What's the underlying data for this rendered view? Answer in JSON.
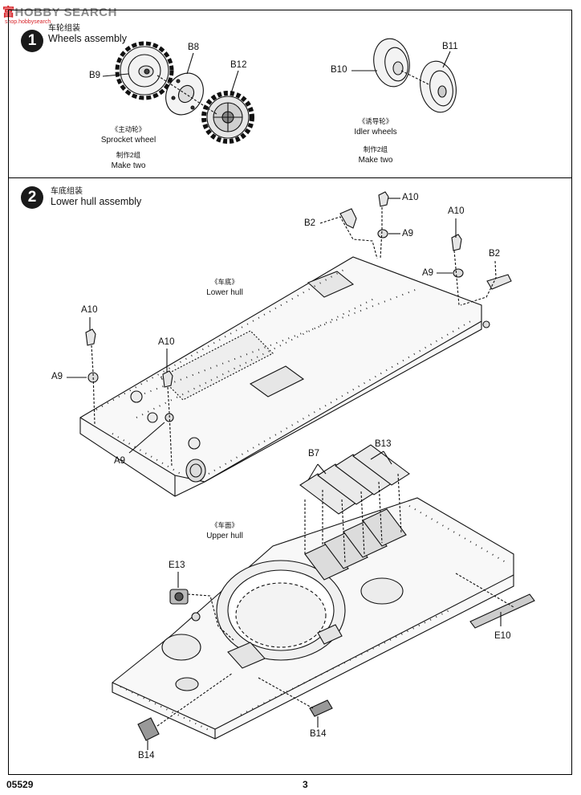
{
  "watermark": {
    "brand_a": "富",
    "brand_b": "HOBBY SEARCH",
    "url": "shop.hobbysearch"
  },
  "step1": {
    "number": "1",
    "title_cn": "车轮组装",
    "title_en": "Wheels assembly",
    "sprocket": {
      "cn": "《主动轮》",
      "en": "Sprocket wheel",
      "make_cn": "制作2组",
      "make_en": "Make two"
    },
    "idler": {
      "cn": "《诱导轮》",
      "en": "Idler wheels",
      "make_cn": "制作2组",
      "make_en": "Make two"
    },
    "parts": {
      "b9": "B9",
      "b8": "B8",
      "b12": "B12",
      "b10": "B10",
      "b11": "B11"
    }
  },
  "step2": {
    "number": "2",
    "title_cn": "车底组装",
    "title_en": "Lower hull assembly",
    "lower_hull": {
      "cn": "《车底》",
      "en": "Lower hull"
    },
    "upper_hull": {
      "cn": "《车面》",
      "en": "Upper hull"
    },
    "parts": {
      "a10_top": "A10",
      "b2_left": "B2",
      "a9_top": "A9",
      "a10_right": "A10",
      "a9_right": "A9",
      "b2_right": "B2",
      "a10_left": "A10",
      "a9_left": "A9",
      "a10_mid": "A10",
      "a9_mid": "A9",
      "b7": "B7",
      "b13": "B13",
      "e13": "E13",
      "e10": "E10",
      "b14_right": "B14",
      "b14_left": "B14"
    }
  },
  "footer": {
    "code": "05529",
    "page": "3"
  }
}
